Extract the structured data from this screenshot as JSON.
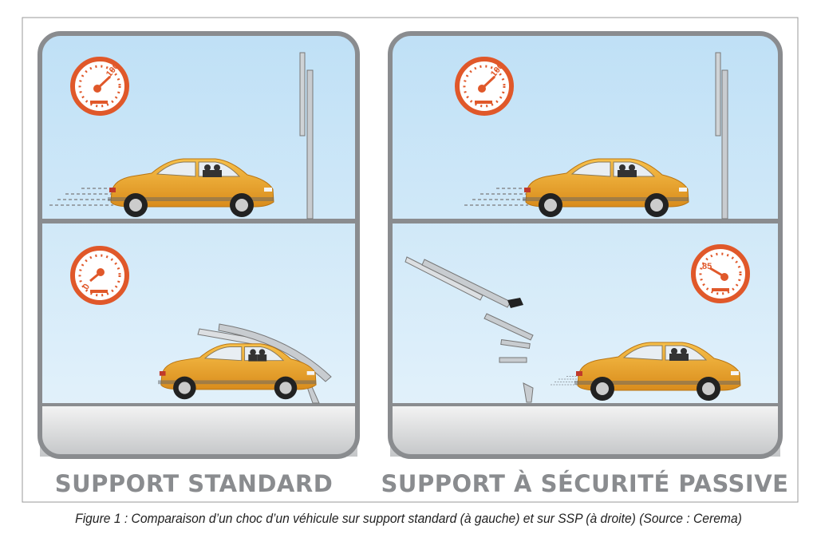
{
  "panels": {
    "left": {
      "title": "SUPPORT STANDARD",
      "speed_before": "100",
      "speed_after": "0"
    },
    "right": {
      "title": "SUPPORT À SÉCURITÉ PASSIVE",
      "speed_before": "100",
      "speed_after": "85"
    }
  },
  "caption": "Figure 1 : Comparaison d’un choc d’un véhicule sur support standard (à gauche) et sur SSP (à droite) (Source : Cerema)",
  "colors": {
    "gauge": "#e0582a",
    "car": "#f2aa2c",
    "sky": "#cfe7f7",
    "frame": "#8a8c8f"
  }
}
